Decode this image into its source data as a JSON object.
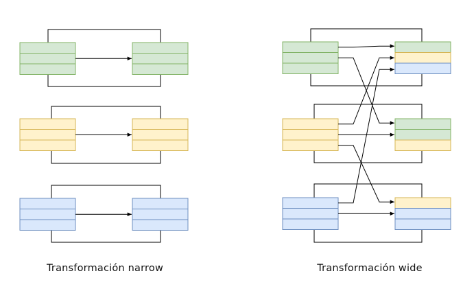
{
  "captions": {
    "narrow": "Transformación narrow",
    "wide": "Transformación wide"
  },
  "colors": {
    "green_fill": "#d5e8d4",
    "green_stroke": "#82b366",
    "yellow_fill": "#fff2cc",
    "yellow_stroke": "#d6b656",
    "blue_fill": "#dae8fc",
    "blue_stroke": "#6c8ebf",
    "line": "#000000"
  },
  "narrow": {
    "description": "each input partition maps to exactly one output partition",
    "rows": [
      {
        "color": "green",
        "input_cells": [
          "green",
          "green",
          "green"
        ],
        "output_cells": [
          "green",
          "green",
          "green"
        ]
      },
      {
        "color": "yellow",
        "input_cells": [
          "yellow",
          "yellow",
          "yellow"
        ],
        "output_cells": [
          "yellow",
          "yellow",
          "yellow"
        ]
      },
      {
        "color": "blue",
        "input_cells": [
          "blue",
          "blue",
          "blue"
        ],
        "output_cells": [
          "blue",
          "blue",
          "blue"
        ]
      }
    ]
  },
  "wide": {
    "description": "each input partition contributes to multiple output partitions (shuffle)",
    "rows": [
      {
        "input_cells": [
          "green",
          "green",
          "green"
        ],
        "output_cells": [
          "green",
          "yellow",
          "blue"
        ]
      },
      {
        "input_cells": [
          "yellow",
          "yellow",
          "yellow"
        ],
        "output_cells": [
          "green",
          "green",
          "yellow"
        ]
      },
      {
        "input_cells": [
          "blue",
          "blue",
          "blue"
        ],
        "output_cells": [
          "yellow",
          "blue",
          "blue"
        ]
      }
    ],
    "edges": [
      {
        "from": [
          "green",
          0
        ],
        "to": [
          "green",
          0
        ]
      },
      {
        "from": [
          "green",
          1
        ],
        "to": [
          "yellow",
          0
        ]
      },
      {
        "from": [
          "yellow",
          0
        ],
        "to": [
          "green",
          1
        ]
      },
      {
        "from": [
          "yellow",
          1
        ],
        "to": [
          "yellow",
          1
        ]
      },
      {
        "from": [
          "yellow",
          2
        ],
        "to": [
          "blue",
          0
        ]
      },
      {
        "from": [
          "blue",
          0
        ],
        "to": [
          "green",
          2
        ]
      },
      {
        "from": [
          "blue",
          1
        ],
        "to": [
          "blue",
          1
        ]
      }
    ]
  }
}
